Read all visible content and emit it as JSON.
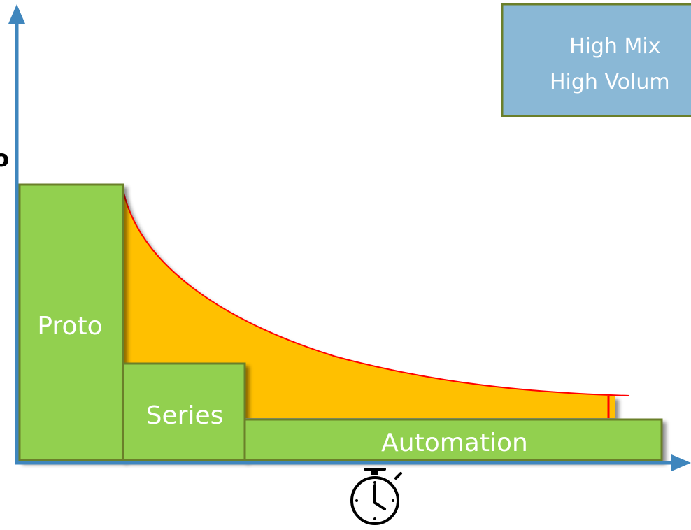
{
  "blocks": {
    "proto": "Proto",
    "series": "Series",
    "automation": "Automation"
  },
  "corner_box": {
    "line1": "High Mix",
    "line2": "High Volum"
  },
  "left_edge_glyph": "o",
  "colors": {
    "axis": "#3f86bd",
    "block_fill": "#92d050",
    "block_border": "#6b7f2a",
    "curve_fill": "#ffc000",
    "curve_line": "#ff0000",
    "corner_box_fill": "#8ab8d6",
    "corner_box_border": "#6b7f2a",
    "label": "#ffffff"
  },
  "icons": {
    "time": "stopwatch-icon"
  }
}
